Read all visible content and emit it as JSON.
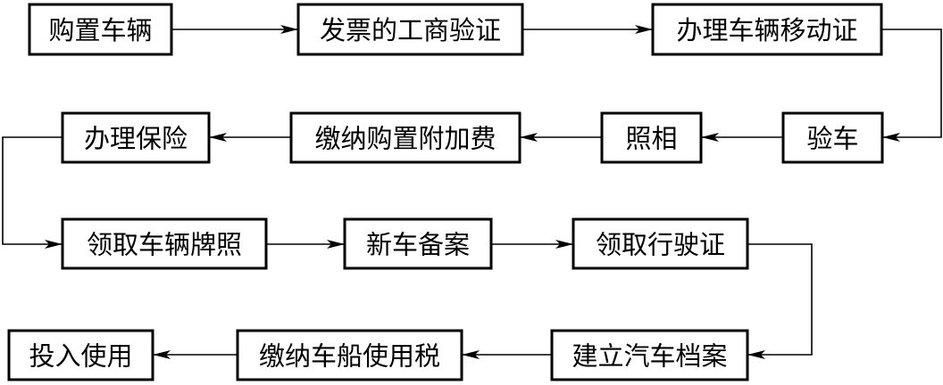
{
  "flowchart": {
    "nodes": [
      {
        "id": "buy_vehicle",
        "label": "购置车辆"
      },
      {
        "id": "invoice_verification",
        "label": "发票的工商验证"
      },
      {
        "id": "vehicle_transfer_permit",
        "label": "办理车辆移动证"
      },
      {
        "id": "vehicle_inspection",
        "label": "验车"
      },
      {
        "id": "photo",
        "label": "照相"
      },
      {
        "id": "pay_purchase_surcharge",
        "label": "缴纳购置附加费"
      },
      {
        "id": "insurance",
        "label": "办理保险"
      },
      {
        "id": "get_license_plate",
        "label": "领取车辆牌照"
      },
      {
        "id": "new_vehicle_registration",
        "label": "新车备案"
      },
      {
        "id": "get_driving_license",
        "label": "领取行驶证"
      },
      {
        "id": "vehicle_file",
        "label": "建立汽车档案"
      },
      {
        "id": "pay_vehicle_tax",
        "label": "缴纳车船使用税"
      },
      {
        "id": "put_into_use",
        "label": "投入使用"
      }
    ],
    "edges": [
      {
        "from": "buy_vehicle",
        "to": "invoice_verification"
      },
      {
        "from": "invoice_verification",
        "to": "vehicle_transfer_permit"
      },
      {
        "from": "vehicle_transfer_permit",
        "to": "vehicle_inspection"
      },
      {
        "from": "vehicle_inspection",
        "to": "photo"
      },
      {
        "from": "photo",
        "to": "pay_purchase_surcharge"
      },
      {
        "from": "pay_purchase_surcharge",
        "to": "insurance"
      },
      {
        "from": "insurance",
        "to": "get_license_plate"
      },
      {
        "from": "get_license_plate",
        "to": "new_vehicle_registration"
      },
      {
        "from": "new_vehicle_registration",
        "to": "get_driving_license"
      },
      {
        "from": "get_driving_license",
        "to": "vehicle_file"
      },
      {
        "from": "vehicle_file",
        "to": "pay_vehicle_tax"
      },
      {
        "from": "pay_vehicle_tax",
        "to": "put_into_use"
      }
    ]
  },
  "colors": {
    "stroke": "#000000",
    "fill": "#ffffff",
    "text": "#000000"
  }
}
